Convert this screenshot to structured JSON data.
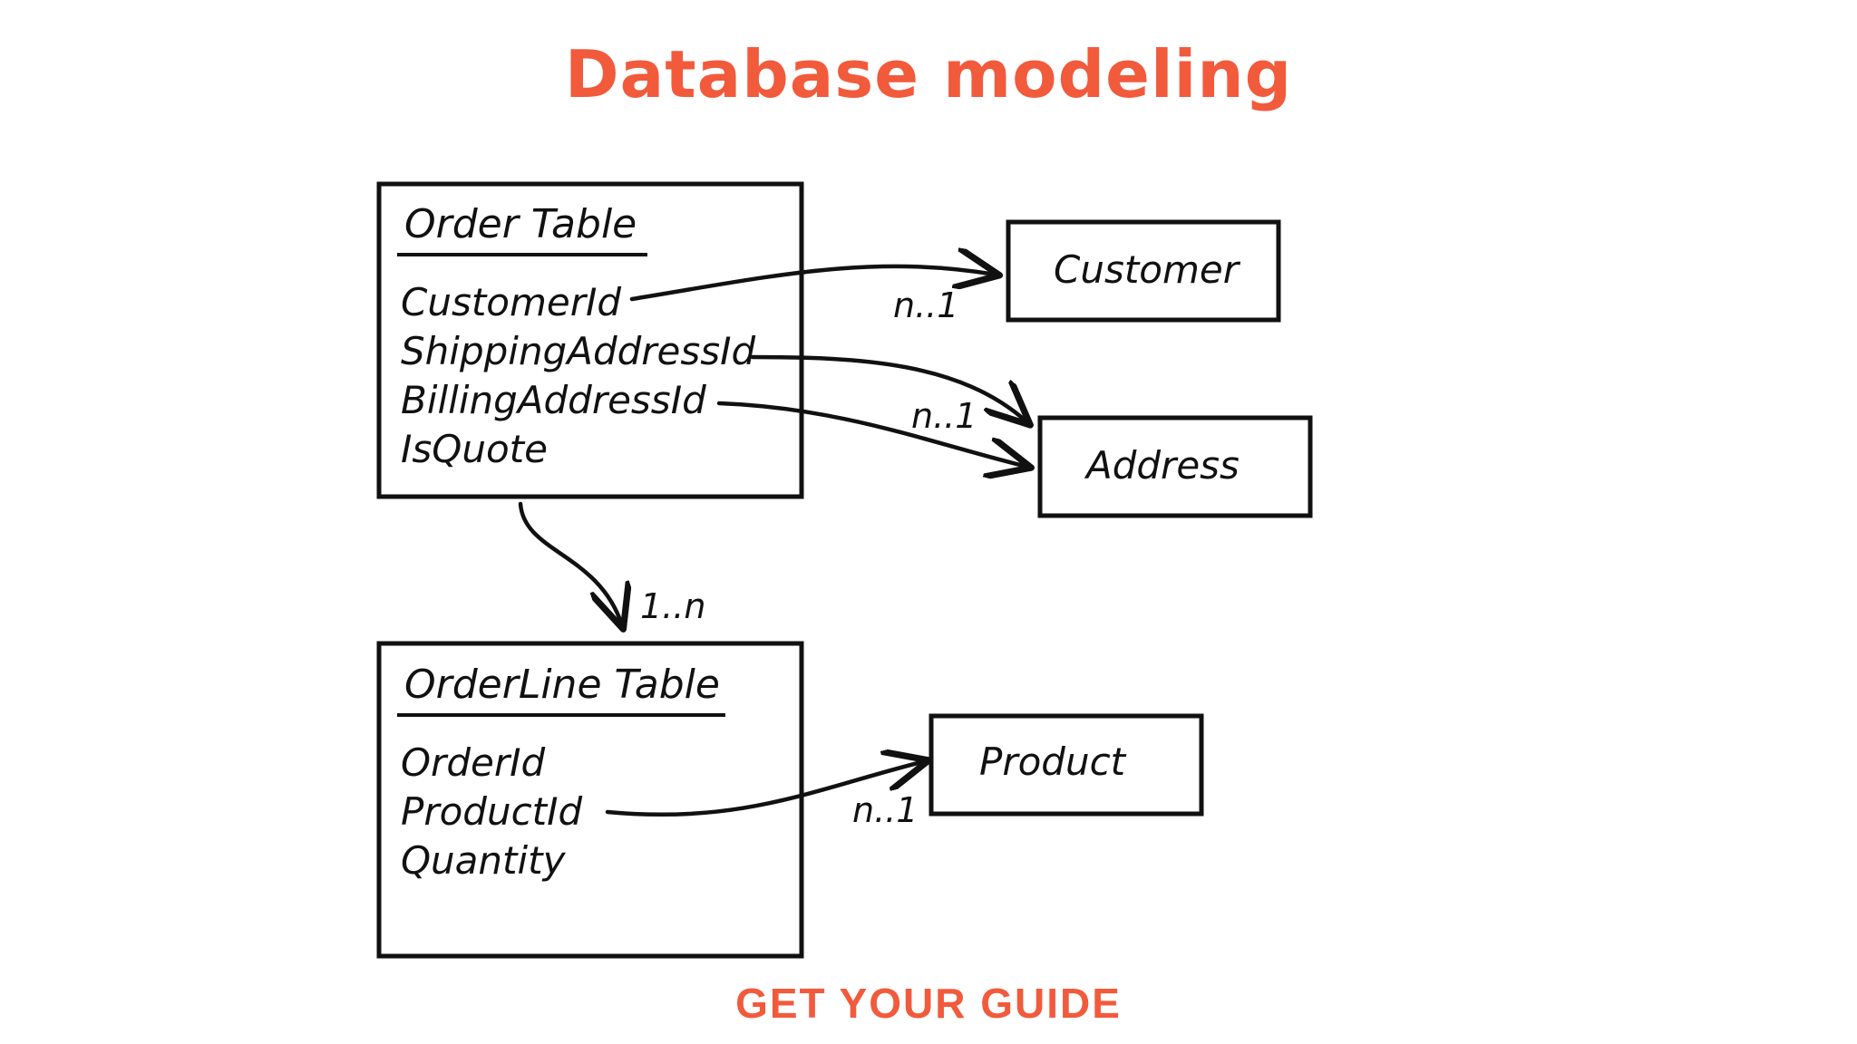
{
  "title": "Database modeling",
  "brand": "GET YOUR GUIDE",
  "colors": {
    "accent": "#F25A3C",
    "ink": "#111111",
    "background": "#FFFFFF"
  },
  "tables": {
    "order": {
      "title": "Order Table",
      "fields": [
        "CustomerId",
        "ShippingAddressId",
        "BillingAddressId",
        "IsQuote"
      ]
    },
    "orderline": {
      "title": "OrderLine Table",
      "fields": [
        "OrderId",
        "ProductId",
        "Quantity"
      ]
    }
  },
  "entities": {
    "customer": "Customer",
    "address": "Address",
    "product": "Product"
  },
  "relations": {
    "customer": "n..1",
    "address": "n..1",
    "orderline": "1..n",
    "product": "n..1"
  }
}
